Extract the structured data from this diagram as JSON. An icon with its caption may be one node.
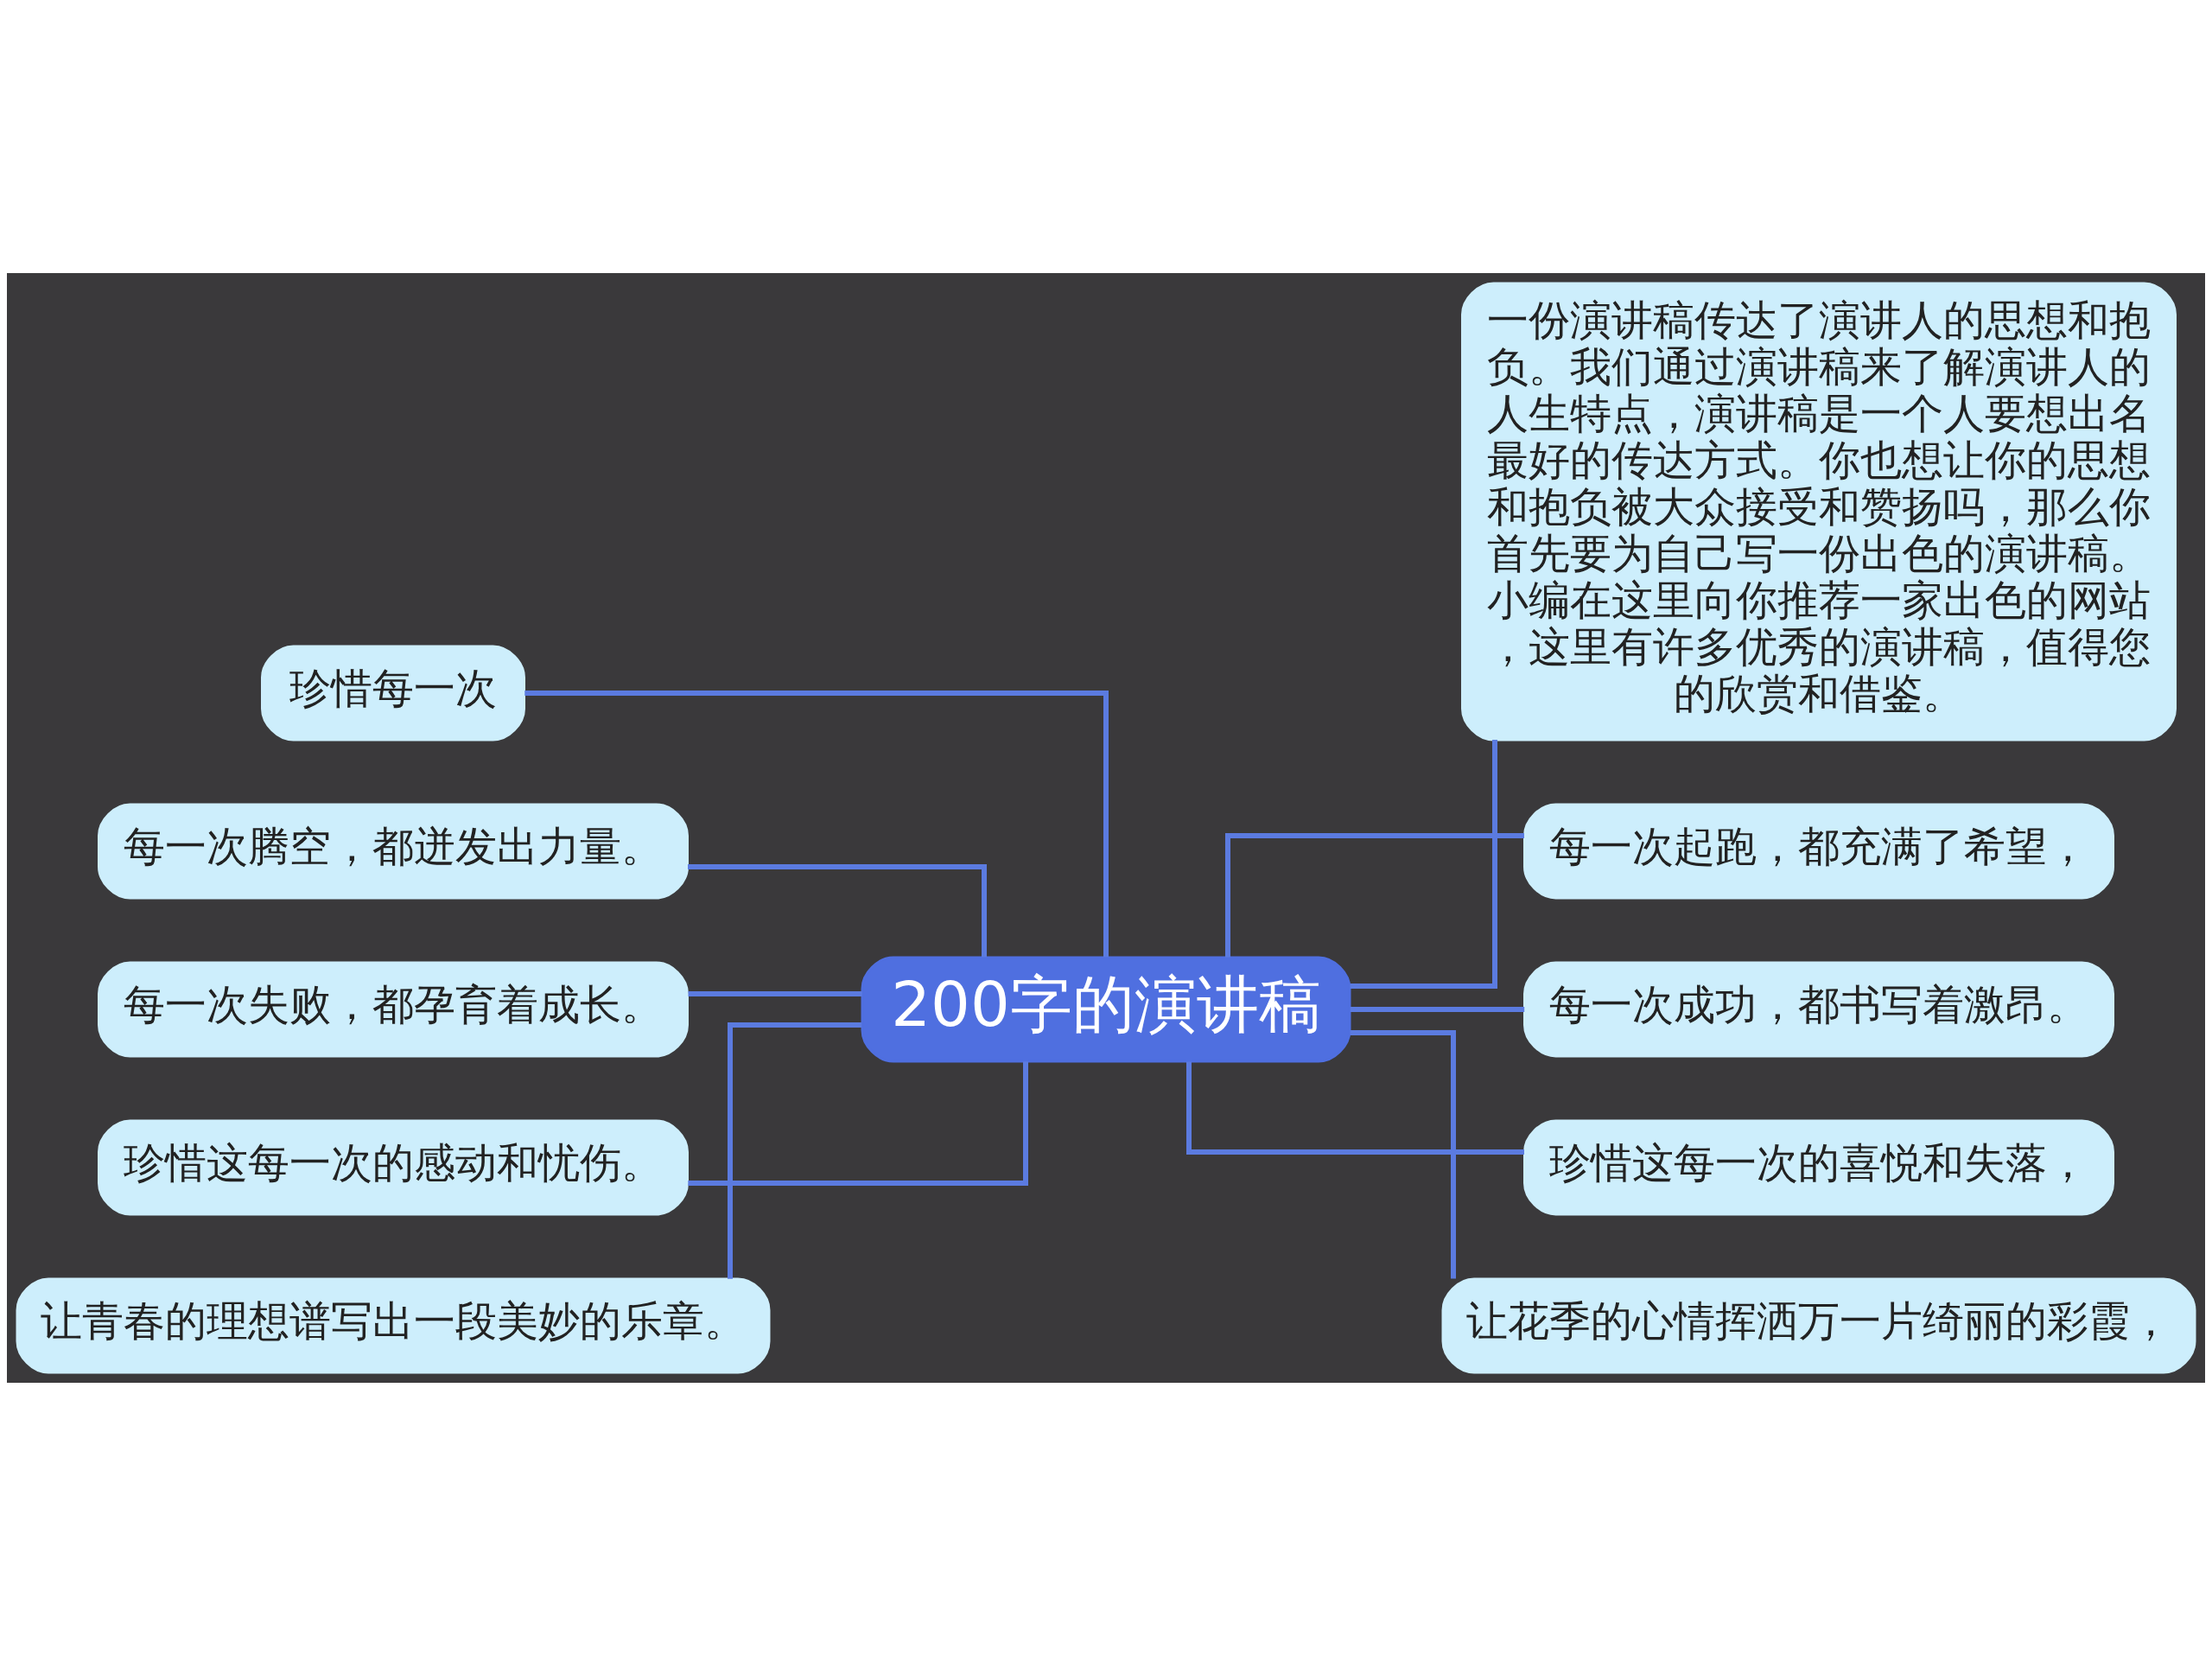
{
  "diagram": {
    "nodes": [
      {
        "text": [
          "200字的演讲稿"
        ]
      },
      {
        "text": [
          "珍惜每一次"
        ]
      },
      {
        "text": [
          "每一次腾空，都迸发出力量。"
        ]
      },
      {
        "text": [
          "每一次失败，都孕育着成长。"
        ]
      },
      {
        "text": [
          "珍惜这每一次的感动和忧伤。"
        ]
      },
      {
        "text": [
          "让青春的理想谱写出一段美妙的乐章。"
        ]
      },
      {
        "text": [
          "一份演讲稿传达了演讲人的思想和抱负。我们通过演讲稿来了解演讲人的人生特点，演讲稿是一个人要想出名最好的传达方式。你也想让你的思想和抱负被大众接受和赞扬吗，那么你首先要为自己写一份出色的演讲稿。小编在这里向你推荐一家出色的网站，这里有许多优秀的演讲稿，值得您的欣赏和借鉴。"
        ]
      },
      {
        "text": [
          "每一次起跑，都充满了希望，"
        ]
      },
      {
        "text": [
          "每一次成功，都书写着激昂。"
        ]
      },
      {
        "text": [
          "珍惜这每一次的喜悦和失落，"
        ]
      },
      {
        "text": [
          "让花季的心情挥洒万一片绮丽的彩霞，"
        ]
      }
    ],
    "edges": [
      {
        "from": 0,
        "to": 1,
        "arrow": "none"
      },
      {
        "from": 0,
        "to": 2,
        "arrow": "none"
      },
      {
        "from": 0,
        "to": 3,
        "arrow": "none"
      },
      {
        "from": 0,
        "to": 4,
        "arrow": "none"
      },
      {
        "from": 0,
        "to": 5,
        "arrow": "none"
      },
      {
        "from": 0,
        "to": 6,
        "arrow": "none"
      },
      {
        "from": 0,
        "to": 7,
        "arrow": "none"
      },
      {
        "from": 0,
        "to": 8,
        "arrow": "none"
      },
      {
        "from": 0,
        "to": 9,
        "arrow": "none"
      },
      {
        "from": 0,
        "to": 10,
        "arrow": "none"
      }
    ]
  }
}
